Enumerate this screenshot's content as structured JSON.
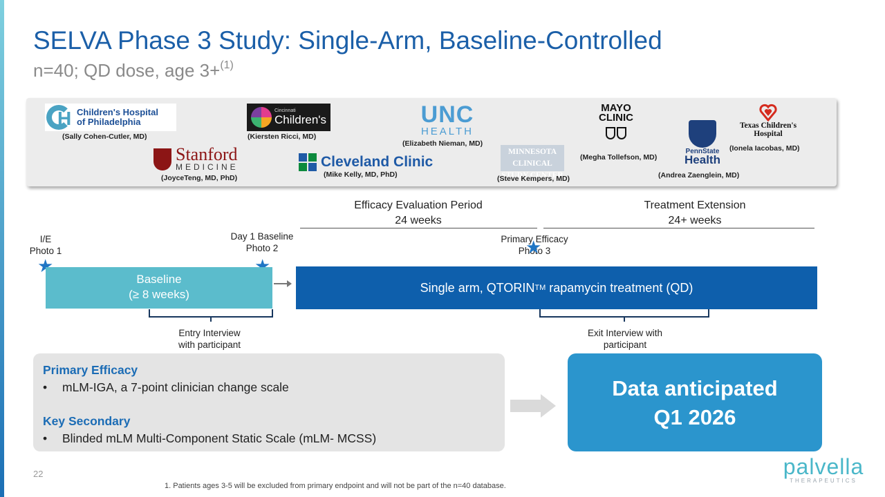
{
  "title": "SELVA Phase 3 Study: Single-Arm, Baseline-Controlled",
  "subtitle": "n=40; QD dose, age 3+",
  "subtitle_sup": "(1)",
  "sites": {
    "chop": {
      "logo_line1": "Children's Hospital",
      "logo_line2": "of Philadelphia",
      "investigator": "(Sally Cohen-Cutler, MD)"
    },
    "cincinnati": {
      "logo_small": "Cincinnati",
      "logo_big": "Children's",
      "investigator": "(Kiersten Ricci, MD)"
    },
    "stanford": {
      "logo_name": "Stanford",
      "logo_sub": "MEDICINE",
      "investigator": "(JoyceTeng, MD, PhD)"
    },
    "cleveland": {
      "logo_name": "Cleveland Clinic",
      "investigator": "(Mike Kelly, MD, PhD)"
    },
    "unc": {
      "logo_top": "UNC",
      "logo_bottom": "HEALTH",
      "investigator": "(Elizabeth Nieman, MD)"
    },
    "minnesota": {
      "logo_line1": "MINNESOTA CLINICAL",
      "logo_line2": "STUDY CENTER",
      "investigator": "(Steve Kempers, MD)"
    },
    "mayo": {
      "logo_line1": "MAYO",
      "logo_line2": "CLINIC",
      "investigator": "(Megha Tollefson, MD)"
    },
    "penn": {
      "logo_top": "PennState",
      "logo_bottom": "Health",
      "investigator": "(Andrea Zaenglein, MD)"
    },
    "texas": {
      "logo_line1": "Texas Children's",
      "logo_line2": "Hospital",
      "investigator": "(Ionela Iacobas, MD)"
    }
  },
  "timeline": {
    "efficacy_period": {
      "label": "Efficacy Evaluation Period",
      "duration": "24 weeks"
    },
    "extension": {
      "label": "Treatment Extension",
      "duration": "24+ weeks"
    },
    "points": {
      "ie": {
        "line1": "I/E",
        "line2": "Photo 1"
      },
      "day1": {
        "line1": "Day 1 Baseline",
        "line2": "Photo 2"
      },
      "primary": {
        "line1": "Primary Efficacy",
        "line2": "Photo 3"
      }
    },
    "baseline_box": {
      "line1": "Baseline",
      "line2": "(≥ 8 weeks)"
    },
    "arm_box": {
      "pre": "Single arm, QTORIN",
      "tm": "TM",
      "post": " rapamycin treatment (QD)"
    },
    "entry_interview": {
      "line1": "Entry Interview",
      "line2": "with participant"
    },
    "exit_interview": {
      "line1": "Exit Interview with",
      "line2": "participant"
    }
  },
  "endpoints": {
    "primary_heading": "Primary Efficacy",
    "primary_items": [
      "mLM-IGA, a 7-point clinician change scale"
    ],
    "secondary_heading": "Key Secondary",
    "secondary_items": [
      "Blinded mLM Multi-Component Static Scale (mLM- MCSS)"
    ],
    "bullet": "•"
  },
  "data_box": {
    "line1": "Data anticipated",
    "line2": "Q1 2026"
  },
  "page_number": "22",
  "footnote": "1. Patients ages 3-5 will be excluded from primary endpoint and will not be part of the n=40 database.",
  "brand": {
    "name": "palvella",
    "tagline": "THERAPEUTICS"
  },
  "colors": {
    "title": "#1b5fa8",
    "baseline_box": "#5bbccc",
    "arm_box": "#0e5fac",
    "data_box": "#2b95cd",
    "star": "#1f75c4"
  }
}
